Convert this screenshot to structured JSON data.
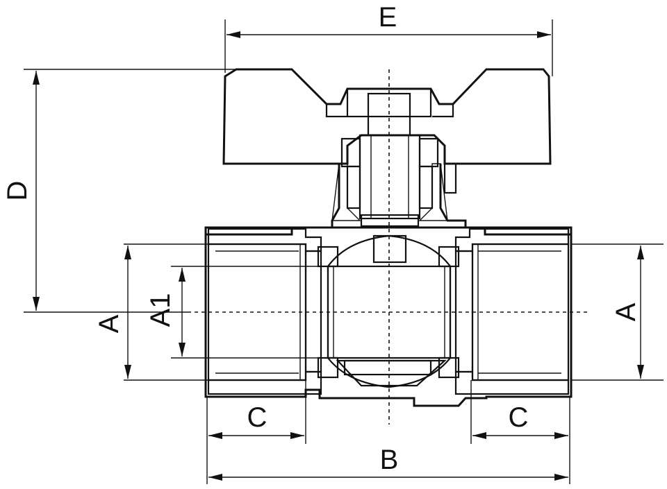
{
  "dimensions": {
    "E": "E",
    "D": "D",
    "A_left": "A",
    "A1": "A1",
    "A_right": "A",
    "C_left": "C",
    "C_right": "C",
    "B": "B"
  }
}
